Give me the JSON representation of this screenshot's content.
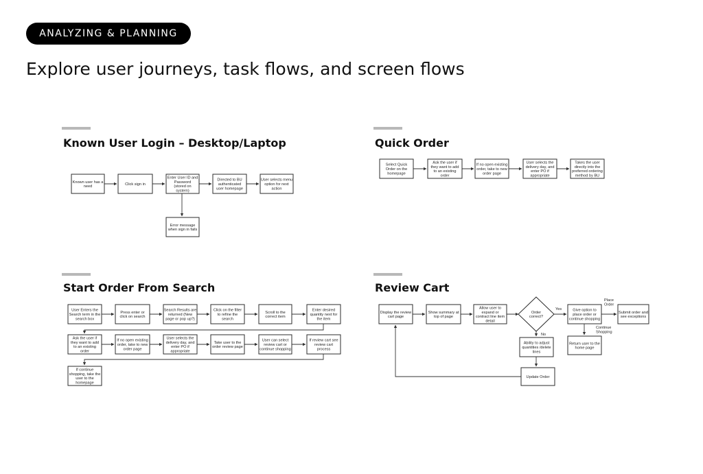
{
  "header": {
    "tag": "ANALYZING & PLANNING",
    "title": "Explore user journeys, task flows, and screen flows"
  },
  "diagrams": {
    "login": {
      "title": "Known User Login – Desktop/Laptop",
      "nodes": [
        {
          "id": "l1",
          "lines": [
            "Known user has a",
            "need"
          ]
        },
        {
          "id": "l2",
          "lines": [
            "Click sign in"
          ]
        },
        {
          "id": "l3",
          "lines": [
            "Enter User ID and",
            "Password",
            "(stored on",
            "system)"
          ]
        },
        {
          "id": "l4",
          "lines": [
            "Directed to BU",
            "authenticated",
            "user homepage"
          ]
        },
        {
          "id": "l5",
          "lines": [
            "User selects menu",
            "option for next",
            "action"
          ]
        },
        {
          "id": "l6",
          "lines": [
            "Error message",
            "when sign in fails"
          ]
        }
      ]
    },
    "quick": {
      "title": "Quick Order",
      "nodes": [
        {
          "id": "q1",
          "lines": [
            "Select Quick",
            "Order on the",
            "homepage"
          ]
        },
        {
          "id": "q2",
          "lines": [
            "Ask the user if",
            "they want to add",
            "to an existing",
            "order"
          ]
        },
        {
          "id": "q3",
          "lines": [
            "If no open existing",
            "order, take to new",
            "order page"
          ]
        },
        {
          "id": "q4",
          "lines": [
            "User selects the",
            "delivery day, and",
            "enter PO if",
            "appropriate"
          ]
        },
        {
          "id": "q5",
          "lines": [
            "Takes the user",
            "directly into the",
            "preferred ordering",
            "method by BU"
          ]
        }
      ]
    },
    "search": {
      "title": "Start Order From Search",
      "nodes": [
        {
          "id": "s1",
          "lines": [
            "User Enters the",
            "Search term in the",
            "search box"
          ]
        },
        {
          "id": "s2",
          "lines": [
            "Press enter or",
            "click on search"
          ]
        },
        {
          "id": "s3",
          "lines": [
            "Search Results are",
            "returned (New",
            "page or pop up?)"
          ]
        },
        {
          "id": "s4",
          "lines": [
            "Click on the filter",
            "to refine the",
            "search"
          ]
        },
        {
          "id": "s5",
          "lines": [
            "Scroll to the",
            "correct item"
          ]
        },
        {
          "id": "s6",
          "lines": [
            "Enter desired",
            "quantity next for",
            "the item"
          ]
        },
        {
          "id": "s7",
          "lines": [
            "Ask the user if",
            "they want to add",
            "to an existing",
            "order"
          ]
        },
        {
          "id": "s8",
          "lines": [
            "If no open existing",
            "order, take to new",
            "order page"
          ]
        },
        {
          "id": "s9",
          "lines": [
            "User selects the",
            "delivery day, and",
            "enter PO if",
            "appropriate"
          ]
        },
        {
          "id": "s10",
          "lines": [
            "Take user to the",
            "order review page"
          ]
        },
        {
          "id": "s11",
          "lines": [
            "User can select",
            "review cart or",
            "continue shopping"
          ]
        },
        {
          "id": "s12",
          "lines": [
            "If review cart see",
            "review cart",
            "process"
          ]
        },
        {
          "id": "s13",
          "lines": [
            "If continue",
            "shopping, take the",
            "user to the",
            "homepage"
          ]
        }
      ]
    },
    "review": {
      "title": "Review Cart",
      "nodes": [
        {
          "id": "r1",
          "lines": [
            "Display the review",
            "cart page"
          ]
        },
        {
          "id": "r2",
          "lines": [
            "Show summary at",
            "top of page"
          ]
        },
        {
          "id": "r3",
          "lines": [
            "Allow user to",
            "expand or",
            "contract line item",
            "detail"
          ]
        },
        {
          "id": "r4",
          "lines": [
            "Order",
            "correct?"
          ]
        },
        {
          "id": "r5",
          "lines": [
            "Give option to",
            "place order or",
            "continue shopping"
          ]
        },
        {
          "id": "r6",
          "lines": [
            "Submit order and",
            "see exceptions"
          ]
        },
        {
          "id": "r7",
          "lines": [
            "Return user to the",
            "home page"
          ]
        },
        {
          "id": "r8",
          "lines": [
            "Ability to adjust",
            "quantities /delete",
            "lines"
          ]
        },
        {
          "id": "r9",
          "lines": [
            "Update Order"
          ]
        }
      ],
      "labels": {
        "yes": "Yes",
        "no": "No",
        "place": [
          "Place",
          "Order"
        ],
        "continue": [
          "Continue",
          "Shopping"
        ]
      }
    }
  }
}
